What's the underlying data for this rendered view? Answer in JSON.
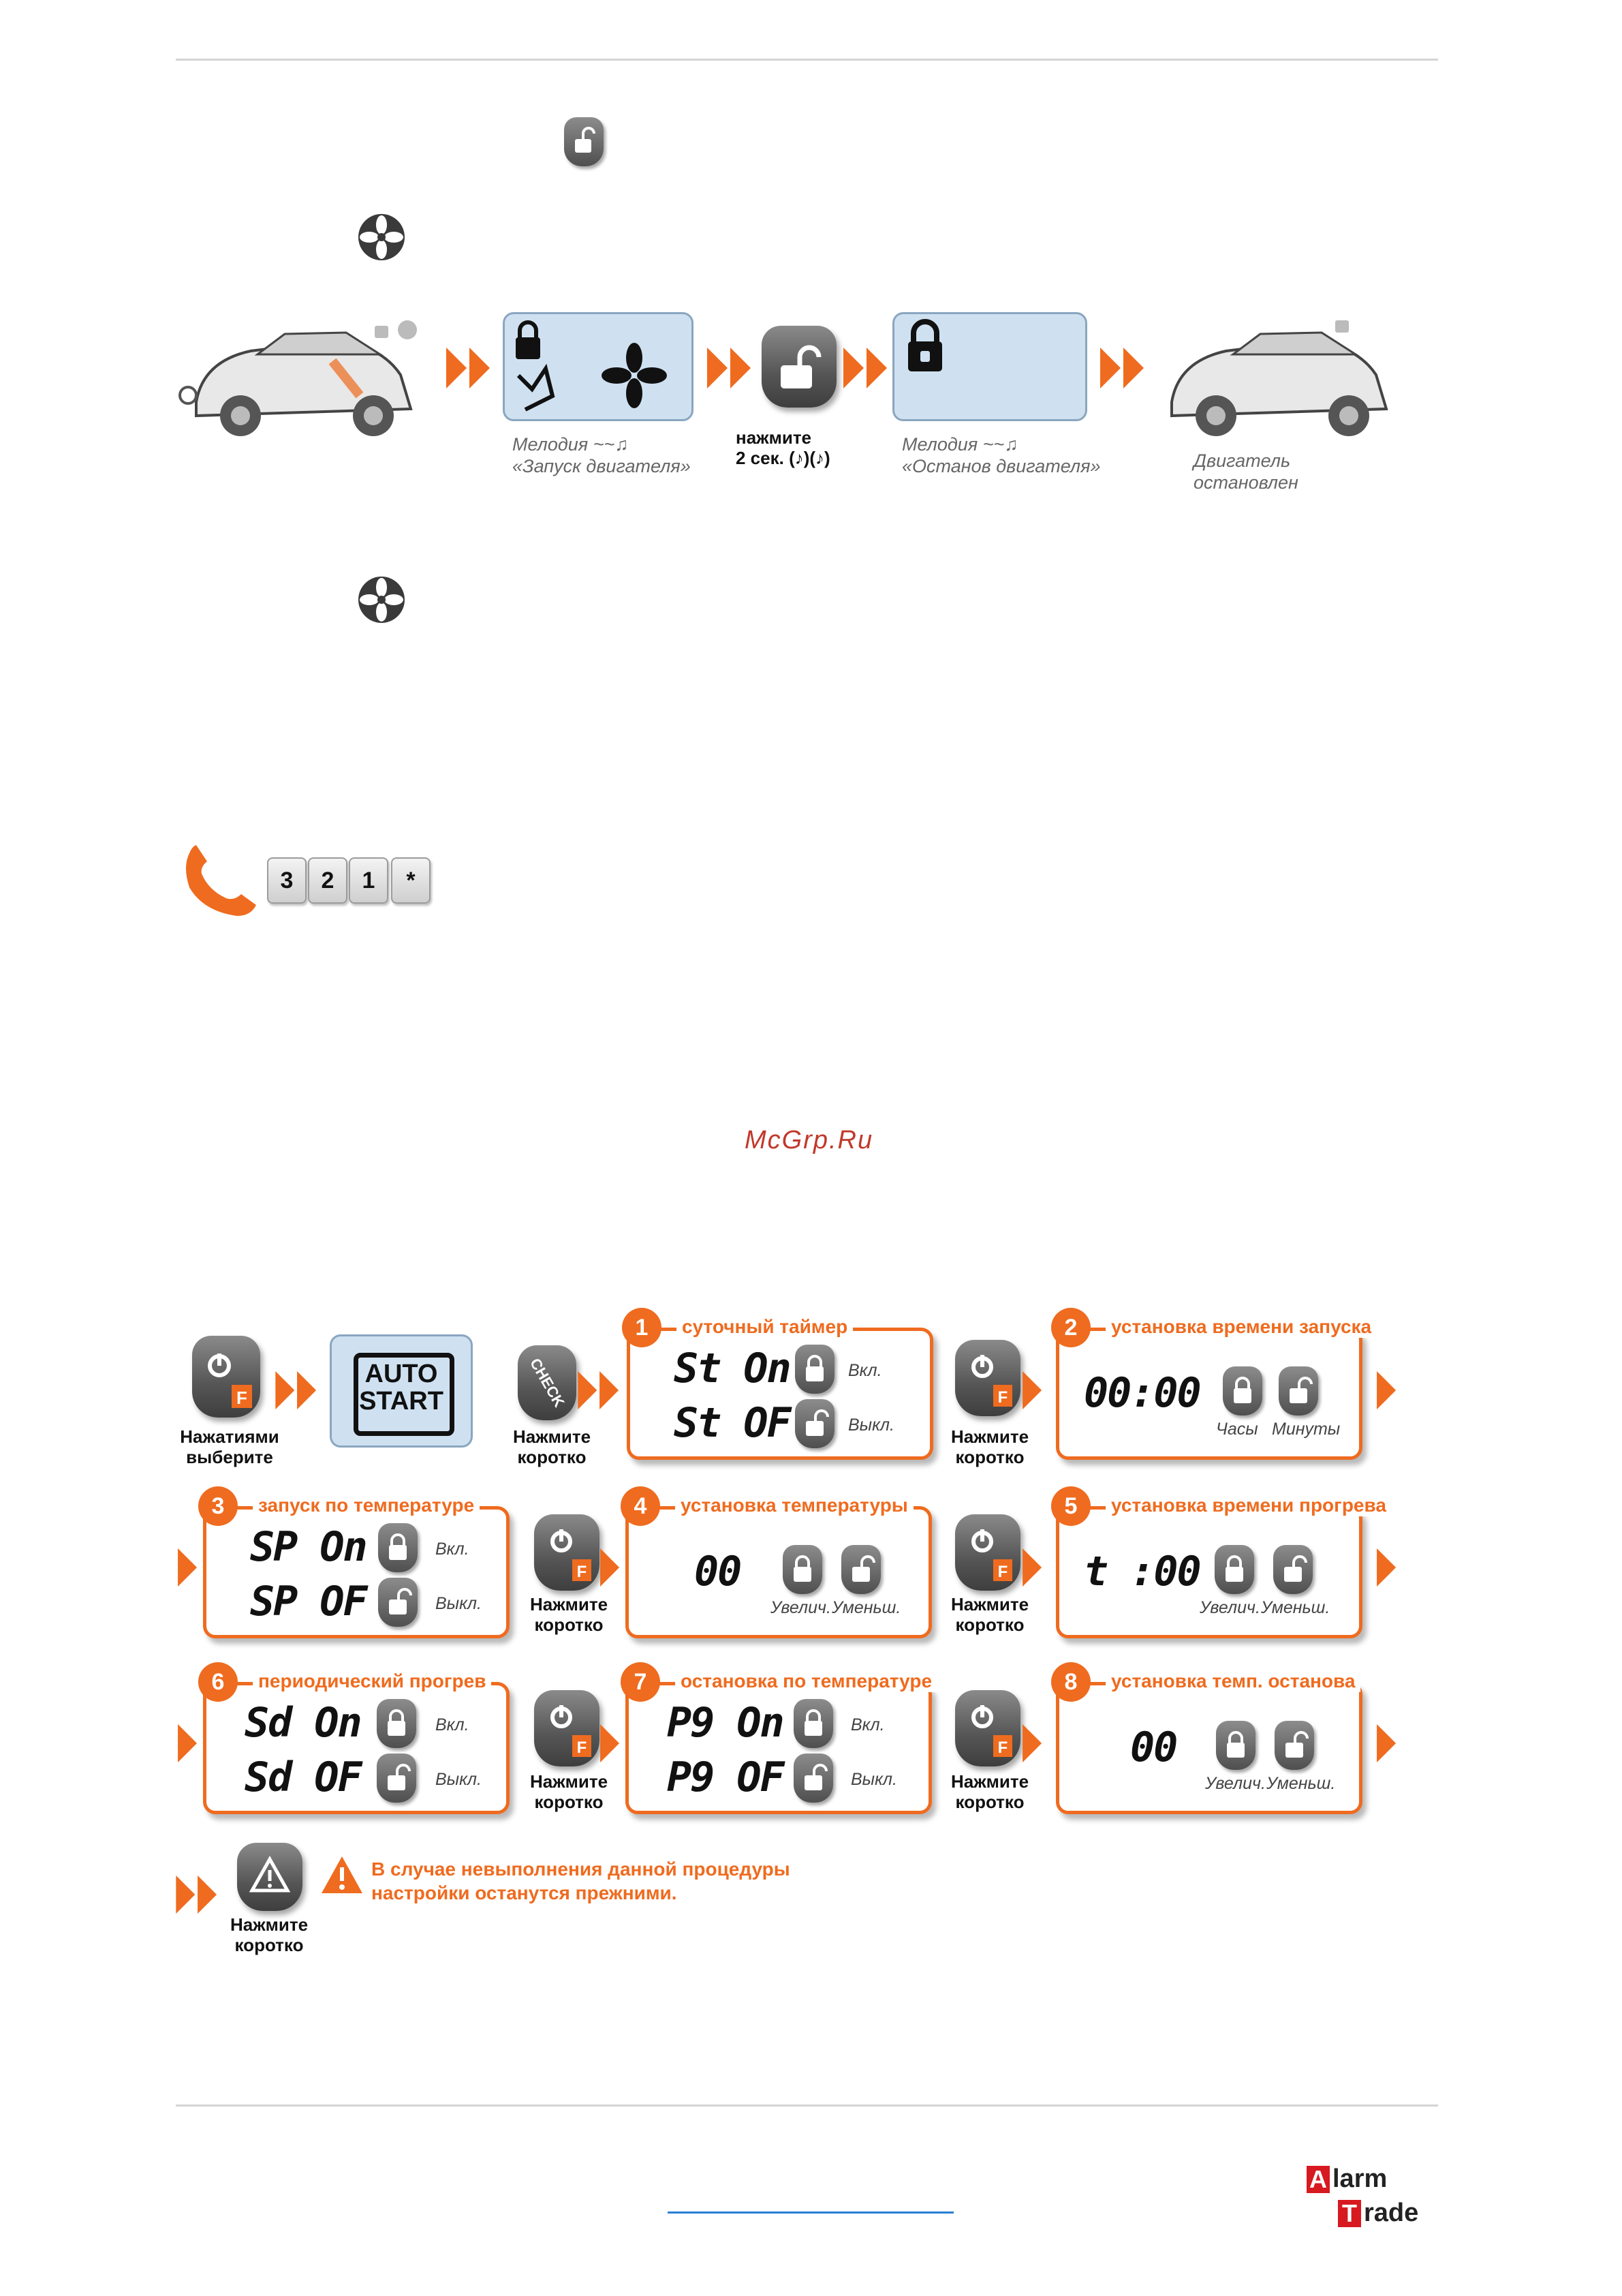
{
  "flow1": {
    "caption_start": "Мелодия ~~♫\n«Запуск двигателя»",
    "press_label": "нажмите\n2 сек. (♪)(♪)",
    "caption_stop": "Мелодия ~~♫\n«Останов двигателя»",
    "caption_stopped": "Двигатель\nостановлен"
  },
  "phone": {
    "keys": [
      "3",
      "2",
      "1",
      "*"
    ]
  },
  "watermark": "McGrp.Ru",
  "setup": {
    "press_select": "Нажатиями\nвыберите",
    "auto_start": "AUTO\nSTART",
    "check_label": "CHECK",
    "press_short": "Нажмите\nкоротко",
    "panels": [
      {
        "num": "1",
        "title": "суточный таймер",
        "line1": "St On",
        "line2": "St OF",
        "opt1": "Вкл.",
        "opt2": "Выкл."
      },
      {
        "num": "2",
        "title": "установка времени запуска",
        "display": "00:00",
        "opt1": "Часы",
        "opt2": "Минуты"
      },
      {
        "num": "3",
        "title": "запуск по температуре",
        "line1": "SP On",
        "line2": "SP OF",
        "opt1": "Вкл.",
        "opt2": "Выкл."
      },
      {
        "num": "4",
        "title": "установка температуры",
        "display": "00",
        "opt1": "Увелич.",
        "opt2": "Уменьш."
      },
      {
        "num": "5",
        "title": "установка времени прогрева",
        "display": "t :00",
        "opt1": "Увелич.",
        "opt2": "Уменьш."
      },
      {
        "num": "6",
        "title": "периодический прогрев",
        "line1": "Sd On",
        "line2": "Sd OF",
        "opt1": "Вкл.",
        "opt2": "Выкл."
      },
      {
        "num": "7",
        "title": "остановка по температуре",
        "line1": "P9 On",
        "line2": "P9 OF",
        "opt1": "Вкл.",
        "opt2": "Выкл."
      },
      {
        "num": "8",
        "title": "установка темп. останова",
        "display": "00",
        "opt1": "Увелич.",
        "opt2": "Уменьш."
      }
    ],
    "warning": "В случае невыполнения данной процедуры\nнастройки останутся прежними."
  },
  "logo": {
    "line1": "larm",
    "line2": "rade",
    "cap1": "A",
    "cap2": "T"
  },
  "colors": {
    "accent": "#ef6b1f",
    "lcd": "#cfe1f1",
    "logo_red": "#d71920"
  }
}
